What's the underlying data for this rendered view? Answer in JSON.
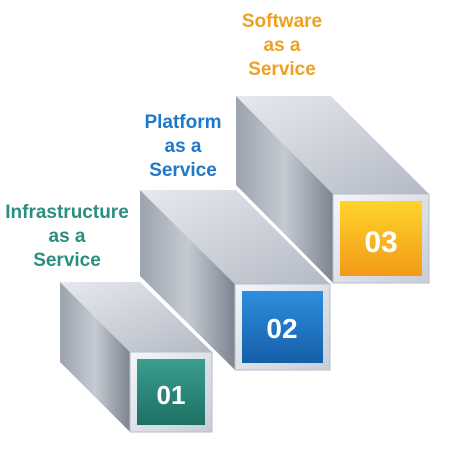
{
  "steps": [
    {
      "number": "01",
      "lines": [
        "Infrastructure",
        "as a",
        "Service"
      ],
      "color": "#2a8f80"
    },
    {
      "number": "02",
      "lines": [
        "Platform",
        "as a",
        "Service"
      ],
      "color": "#1f78c8"
    },
    {
      "number": "03",
      "lines": [
        "Software",
        "as a",
        "Service"
      ],
      "color": "#f0a020"
    }
  ]
}
